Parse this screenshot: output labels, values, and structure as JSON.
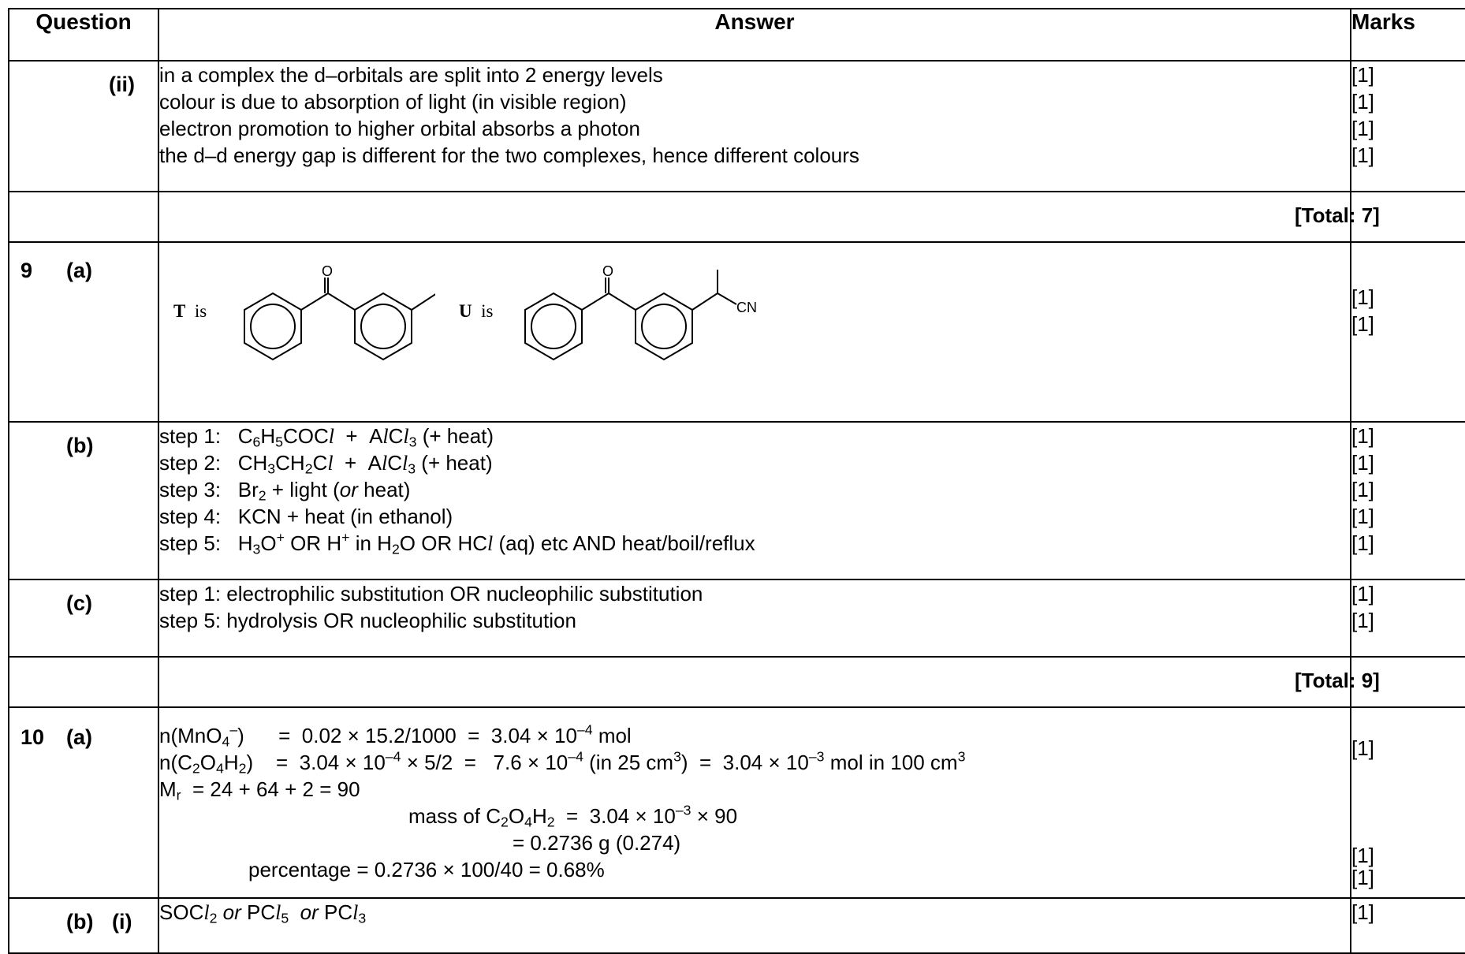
{
  "header": {
    "question": "Question",
    "answer": "Answer",
    "marks": "Marks"
  },
  "rows": {
    "q8ii": {
      "label": "(ii)",
      "lines": [
        "in a complex the d–orbitals are split into 2 energy levels",
        "colour is due to absorption of light (in visible region)",
        "electron promotion to higher orbital absorbs a photon",
        "the d–d energy gap is different for the two complexes, hence different colours"
      ],
      "marks": [
        "[1]",
        "[1]",
        "[1]",
        "[1]"
      ]
    },
    "total7": "[Total: 7]",
    "q9a": {
      "number": "9",
      "label": "(a)",
      "t_prefix": "T",
      "t_is": "is",
      "u_prefix": "U",
      "u_is": "is",
      "oxygen": "O",
      "cn": "CN",
      "marks": [
        "[1]",
        "[1]"
      ]
    },
    "q9b": {
      "label": "(b)",
      "marks": [
        "[1]",
        "[1]",
        "[1]",
        "[1]",
        "[1]"
      ]
    },
    "q9c": {
      "label": "(c)",
      "lines": [
        "step 1:   electrophilic substitution OR nucleophilic substitution",
        "step 5:   hydrolysis OR nucleophilic substitution"
      ],
      "marks": [
        "[1]",
        "[1]"
      ]
    },
    "total9": "[Total: 9]",
    "q10a": {
      "number": "10",
      "label": "(a)",
      "mr_line": "= 24 + 64 + 2 = 90",
      "mass_result": "= 0.2736 g (0.274)",
      "percentage": "percentage = 0.2736 × 100/40 = 0.68%",
      "marks": [
        "[1]",
        "",
        "",
        "",
        "[1]",
        "[1]"
      ]
    },
    "q10bi": {
      "label": "(b)",
      "sublabel": "(i)",
      "marks": [
        "[1]"
      ]
    }
  }
}
